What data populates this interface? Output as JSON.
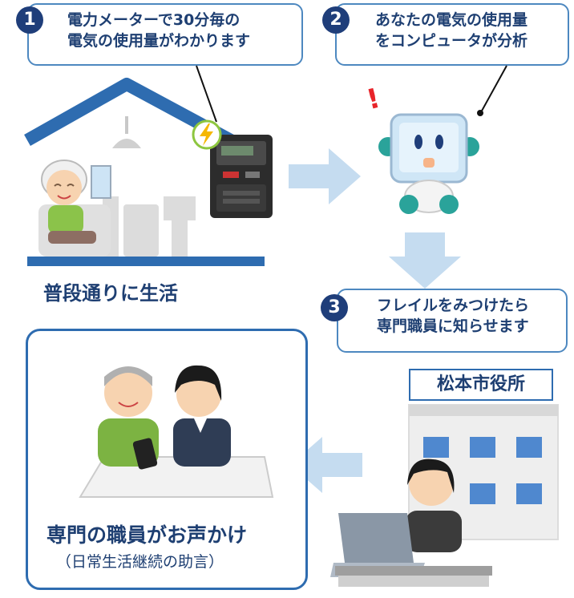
{
  "steps": [
    {
      "number": "1",
      "line1": "電力メーターで30分毎の",
      "line2": "電気の使用量がわかります"
    },
    {
      "number": "2",
      "line1": "あなたの電気の使用量",
      "line2": "をコンピュータが分析"
    },
    {
      "number": "3",
      "line1": "フレイルをみつけたら",
      "line2": "専門職員に知らせます"
    }
  ],
  "house_caption": "普段通りに生活",
  "alert_mark": "!",
  "city_office_label": "松本市役所",
  "advice_panel": {
    "title": "専門の職員がお声かけ",
    "subtitle": "（日常生活継続の助言）"
  },
  "icons": [
    "lightning-icon",
    "smart-meter-icon",
    "robot-computer-icon",
    "house-icon",
    "elderly-person-icon",
    "city-office-building-icon",
    "office-worker-icon",
    "laptop-icon",
    "smartphone-icon"
  ],
  "colors": {
    "primary_text": "#1e3f72",
    "bubble_border": "#4d88c0",
    "number_badge": "#1f3e7a",
    "arrow": "#c5dcf0",
    "house_roof": "#2e6cb0",
    "alert": "#e8242a",
    "lightning_badge": "#8dc63f"
  }
}
